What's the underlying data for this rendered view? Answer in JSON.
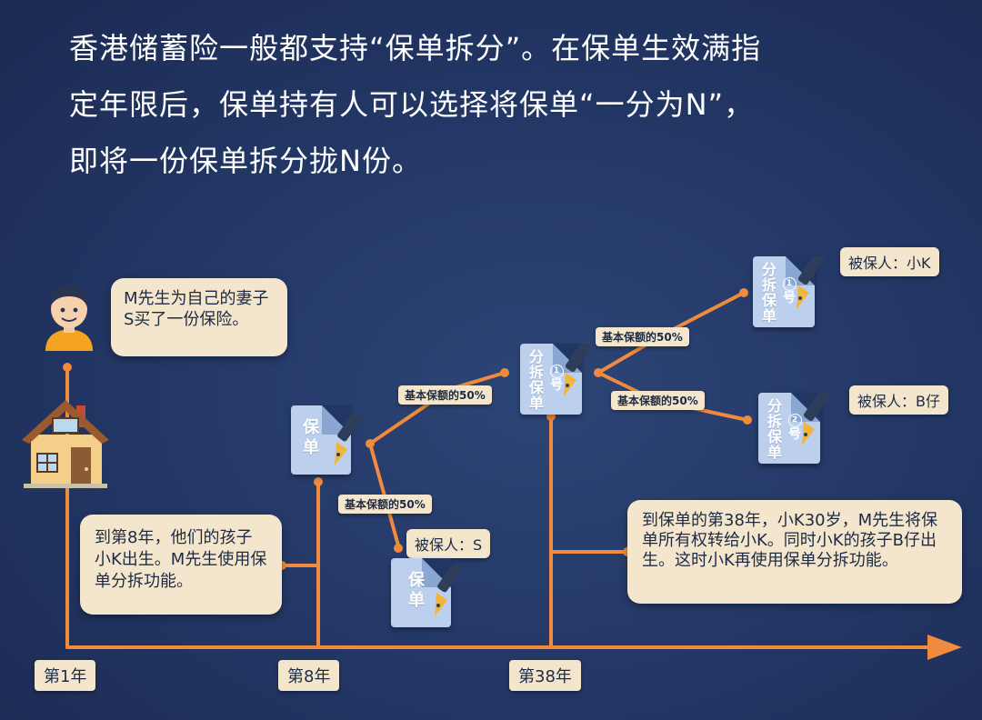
{
  "intro": {
    "line1": "香港储蓄险一般都支持“保单拆分”。在保单生效满指",
    "line2": "定年限后，保单持有人可以选择将保单“一分为N”，",
    "line3": "即将一份保单拆分拢N份。"
  },
  "notes": {
    "note1": "M先生为自己的妻子S买了一份保险。",
    "note2": "到第8年，他们的孩子小K出生。M先生使用保单分拆功能。",
    "note3": "到保单的第38年，小K30岁，M先生将保单所有权转给小K。同时小K的孩子B仔出生。这时小K再使用保单分拆功能。"
  },
  "years": {
    "y1": "第1年",
    "y8": "第8年",
    "y38": "第38年"
  },
  "shares": {
    "s1": "基本保额的50%",
    "s2": "基本保额的50%",
    "s3": "基本保额的50%",
    "s4": "基本保额的50%"
  },
  "insured": {
    "s": "被保人：S",
    "k": "被保人：小K",
    "b": "被保人：B仔"
  },
  "docs": {
    "policy_main": "保单",
    "policy_s": "保单",
    "split": "分拆保单",
    "split_no": "号",
    "split_k": "分拆保单",
    "split_b": "分拆保单",
    "n1": "1",
    "n2": "2"
  },
  "icons": [
    "person-icon",
    "house-icon",
    "document-icon",
    "pen-icon",
    "arrow-right-icon"
  ],
  "colors": {
    "background": "#223664",
    "accent": "#f08a3c",
    "card": "#f4e6cd",
    "document": "#bcd0ee"
  }
}
